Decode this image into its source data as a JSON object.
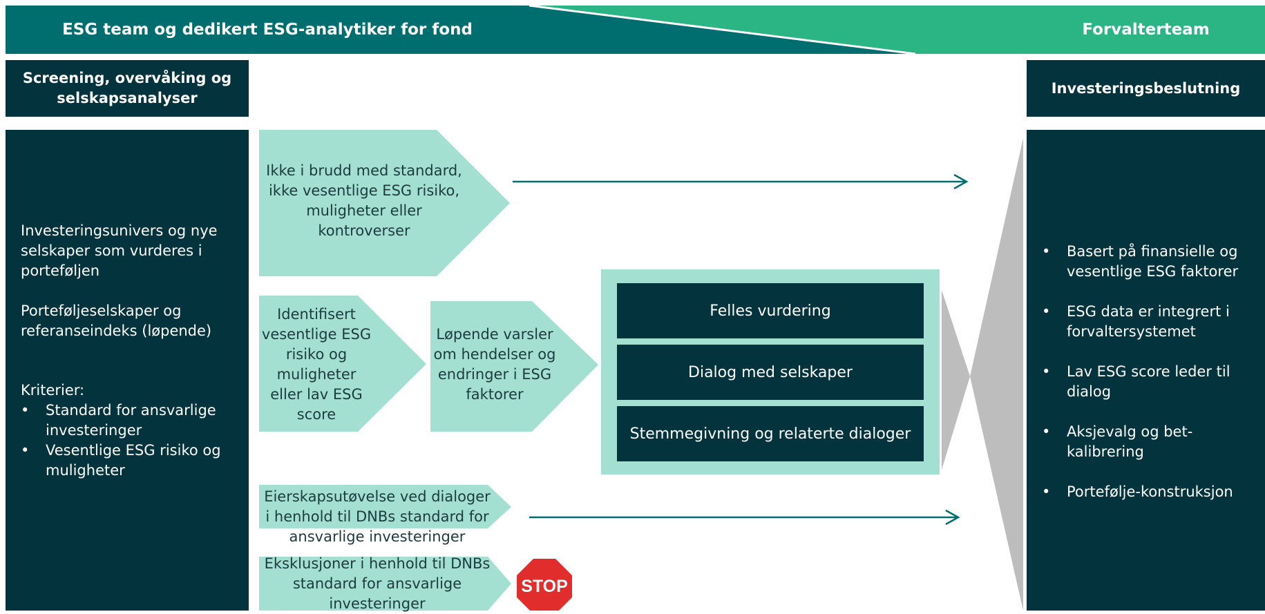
{
  "header": {
    "left_title": "ESG team og dedikert ESG-analytiker for fond",
    "right_title": "Forvalterteam"
  },
  "left_column": {
    "heading": "Screening, overvåking og selskapsanalyser",
    "text_1": "Investeringsunivers og nye selskaper som vurderes i porteføljen",
    "text_2": "Porteføljeselskaper og referanseindeks (løpende)",
    "criteria_label": "Kriterier:",
    "criteria": [
      "Standard for ansvarlige investeringer",
      "Vesentlige ESG risiko og muligheter"
    ]
  },
  "middle": {
    "box_not_breach": "Ikke i brudd med standard, ikke vesentlige ESG risiko, muligheter eller kontroverser",
    "box_identified": "Identifisert vesentlige ESG risiko og muligheter eller lav ESG score",
    "box_alerts": "Løpende varsler om hendelser og endringer i ESG faktorer",
    "joint_items": [
      "Felles vurdering",
      "Dialog med selskaper",
      "Stemmegivning og relaterte dialoger"
    ],
    "box_ownership": "Eierskapsutøvelse ved dialoger i henhold til DNBs standard for ansvarlige investeringer",
    "box_exclusions": "Eksklusjoner i henhold til DNBs standard for ansvarlige investeringer",
    "stop_sign": "STOP"
  },
  "right_column": {
    "heading": "Investeringsbeslutning",
    "bullets": [
      "Basert på finansielle og vesentlige ESG faktorer",
      "ESG data er integrert i forvaltersystemet",
      "Lav ESG score leder til dialog",
      "Aksjevalg og bet-kalibrering",
      "Portefølje-konstruksjon"
    ]
  },
  "colors": {
    "dark_teal": "#03333c",
    "teal": "#006e6e",
    "green": "#2bb585",
    "mint": "#a3e0d2",
    "grey": "#bdbdbd",
    "stop_red": "#e22d2d"
  }
}
